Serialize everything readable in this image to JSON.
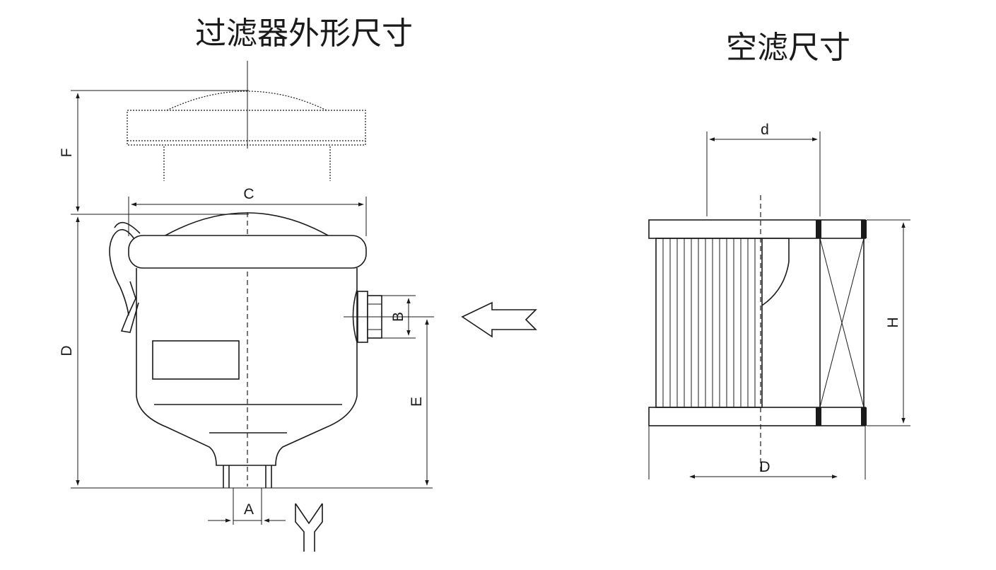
{
  "titles": {
    "housing": "过滤器外形尺寸",
    "element": "空滤尺寸"
  },
  "labels": {
    "F": "F",
    "C": "C",
    "D_housing": "D",
    "B": "B",
    "E": "E",
    "A": "A",
    "d": "d",
    "H": "H",
    "D_element": "D"
  }
}
